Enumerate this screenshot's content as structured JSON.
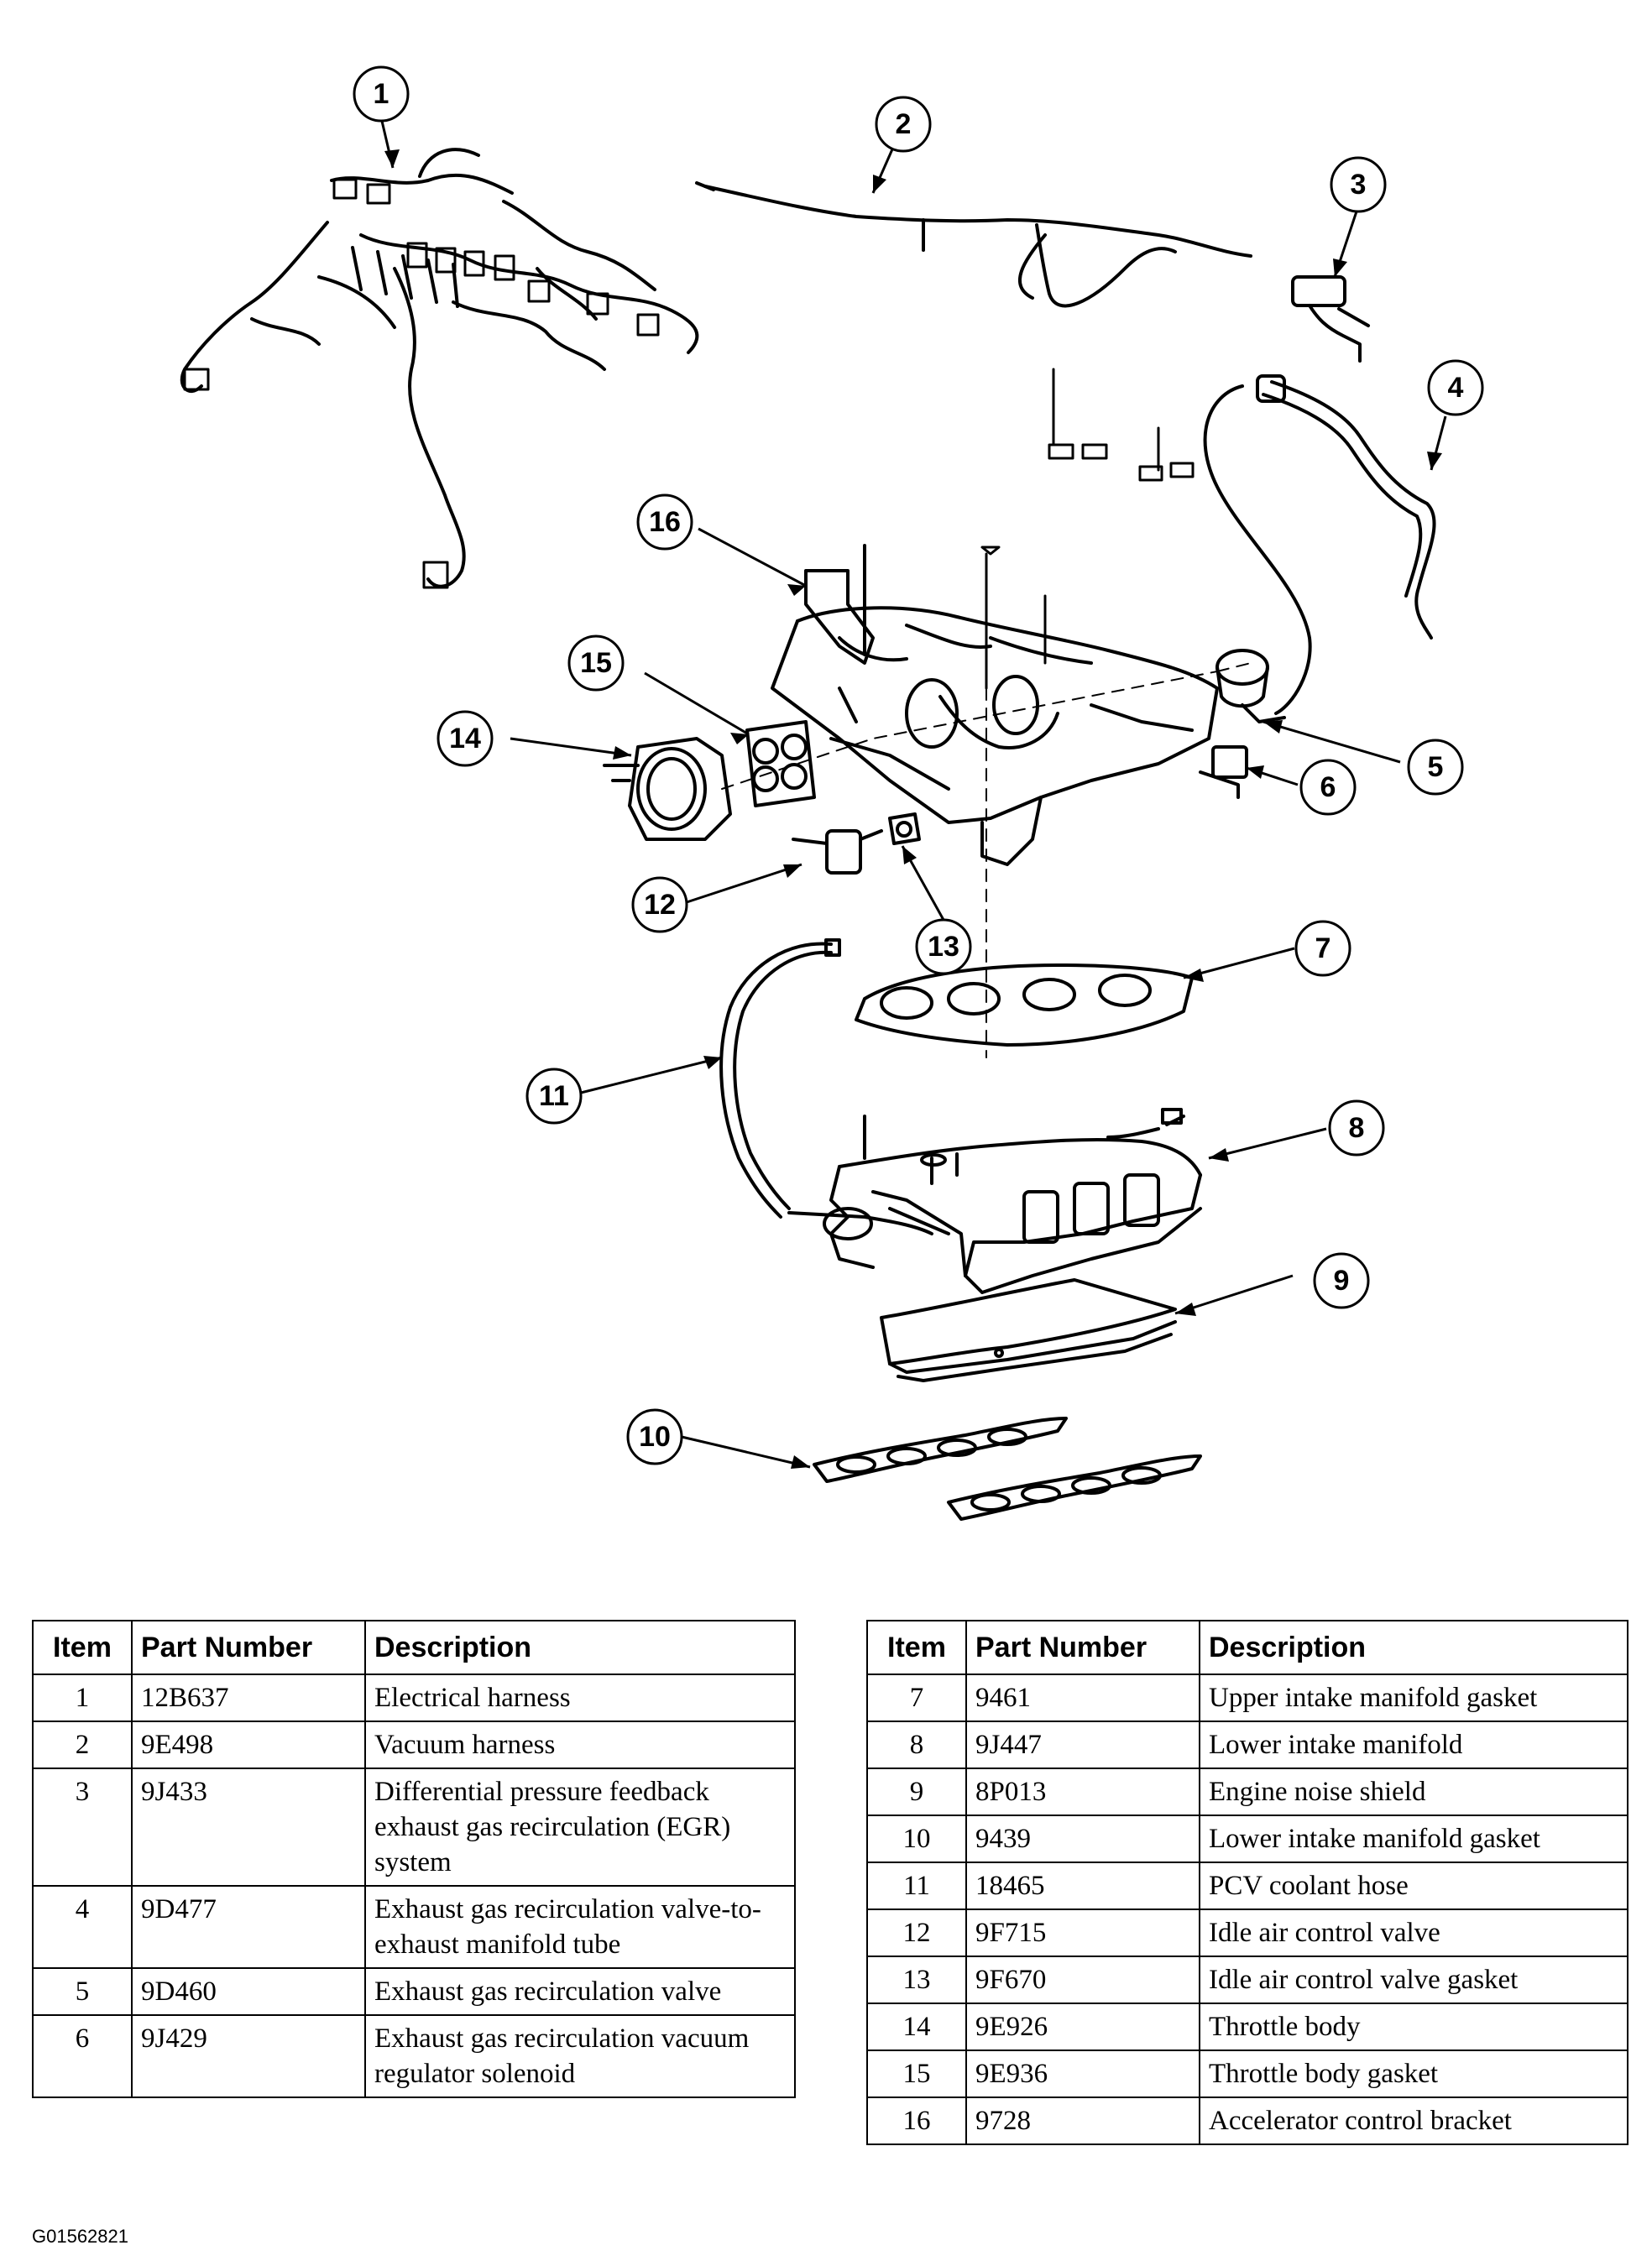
{
  "callouts": [
    "1",
    "2",
    "3",
    "4",
    "5",
    "6",
    "7",
    "8",
    "9",
    "10",
    "11",
    "12",
    "13",
    "14",
    "15",
    "16"
  ],
  "table_headers": {
    "item": "Item",
    "part_number": "Part Number",
    "description": "Description"
  },
  "parts_left": [
    {
      "item": "1",
      "part_number": "12B637",
      "description": "Electrical harness"
    },
    {
      "item": "2",
      "part_number": "9E498",
      "description": "Vacuum harness"
    },
    {
      "item": "3",
      "part_number": "9J433",
      "description": "Differential pressure feedback exhaust gas recirculation (EGR) system"
    },
    {
      "item": "4",
      "part_number": "9D477",
      "description": "Exhaust gas recirculation valve-to-exhaust manifold tube"
    },
    {
      "item": "5",
      "part_number": "9D460",
      "description": "Exhaust gas recirculation valve"
    },
    {
      "item": "6",
      "part_number": "9J429",
      "description": "Exhaust gas recirculation vacuum regulator solenoid"
    }
  ],
  "parts_right": [
    {
      "item": "7",
      "part_number": "9461",
      "description": "Upper intake manifold gasket"
    },
    {
      "item": "8",
      "part_number": "9J447",
      "description": "Lower intake manifold"
    },
    {
      "item": "9",
      "part_number": "8P013",
      "description": "Engine noise shield"
    },
    {
      "item": "10",
      "part_number": "9439",
      "description": "Lower intake manifold gasket"
    },
    {
      "item": "11",
      "part_number": "18465",
      "description": "PCV coolant hose"
    },
    {
      "item": "12",
      "part_number": "9F715",
      "description": "Idle air control valve"
    },
    {
      "item": "13",
      "part_number": "9F670",
      "description": "Idle air control valve gasket"
    },
    {
      "item": "14",
      "part_number": "9E926",
      "description": "Throttle body"
    },
    {
      "item": "15",
      "part_number": "9E936",
      "description": "Throttle body gasket"
    },
    {
      "item": "16",
      "part_number": "9728",
      "description": "Accelerator control bracket"
    }
  ],
  "figure_code": "G01562821"
}
